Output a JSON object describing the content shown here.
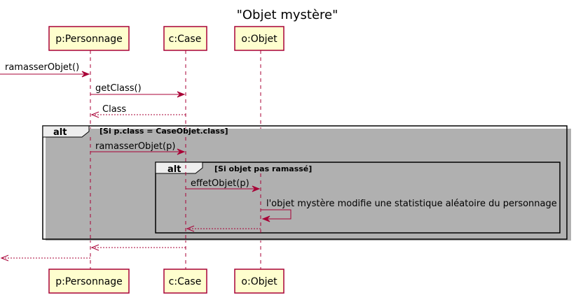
{
  "title": "\"Objet mystère\"",
  "participants": [
    {
      "id": "p",
      "label": "p:Personnage"
    },
    {
      "id": "c",
      "label": "c:Case"
    },
    {
      "id": "o",
      "label": "o:Objet"
    }
  ],
  "messages": [
    {
      "label": "ramasserObjet()"
    },
    {
      "label": "getClass()"
    },
    {
      "label": "Class"
    },
    {
      "label": "ramasserObjet(p)"
    },
    {
      "label": "effetObjet(p)"
    },
    {
      "label": "l'objet mystère modifie une statistique aléatoire du personnage"
    }
  ],
  "fragments": [
    {
      "keyword": "alt",
      "guard": "[Si p.class = CaseObjet.class]"
    },
    {
      "keyword": "alt",
      "guard": "[Si objet pas ramassé]"
    }
  ],
  "colors": {
    "participant_fill": "#FEFECE",
    "line": "#A80036",
    "frame": "#000000",
    "tab_fill": "#EEEEEE"
  }
}
